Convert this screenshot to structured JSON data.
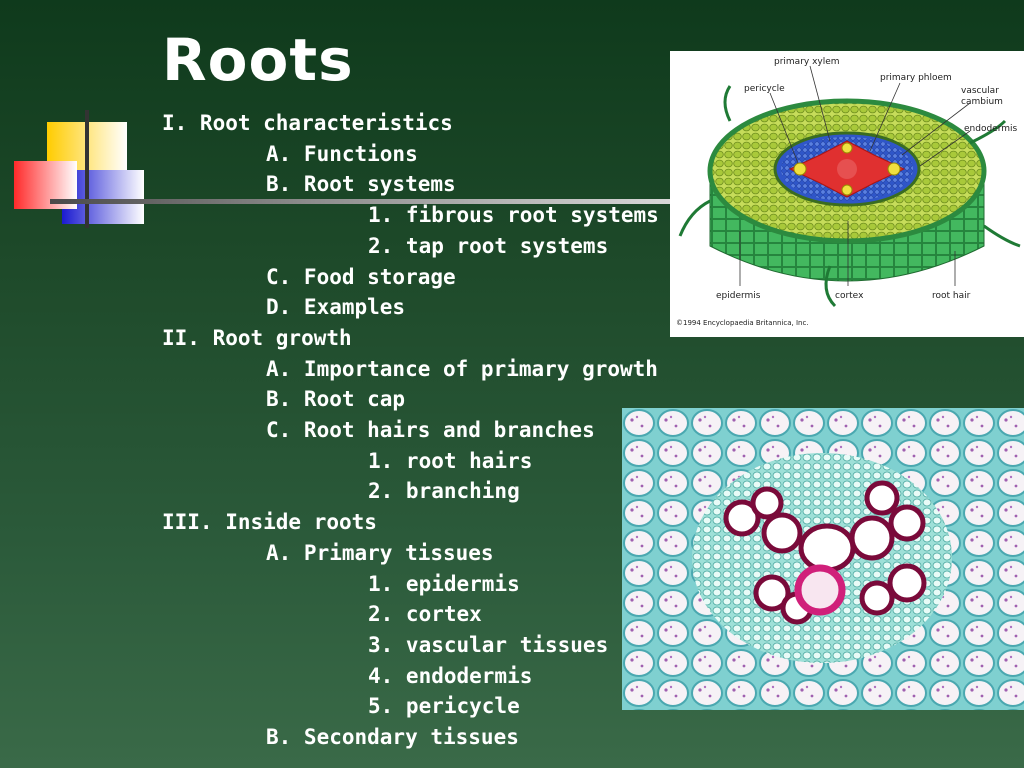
{
  "slide": {
    "title": "Roots",
    "outline": [
      {
        "level": 1,
        "text": "I. Root characteristics"
      },
      {
        "level": 2,
        "text": "A. Functions"
      },
      {
        "level": 2,
        "text": "B. Root systems"
      },
      {
        "level": 3,
        "text": "1. fibrous root systems"
      },
      {
        "level": 3,
        "text": "2. tap root systems"
      },
      {
        "level": 2,
        "text": "C. Food storage"
      },
      {
        "level": 2,
        "text": "D. Examples"
      },
      {
        "level": 1,
        "text": "II. Root growth"
      },
      {
        "level": 2,
        "text": "A. Importance of primary growth"
      },
      {
        "level": 2,
        "text": "B. Root cap"
      },
      {
        "level": 2,
        "text": "C. Root hairs and branches"
      },
      {
        "level": 3,
        "text": "1. root hairs"
      },
      {
        "level": 3,
        "text": "2. branching"
      },
      {
        "level": 1,
        "text": "III. Inside roots"
      },
      {
        "level": 2,
        "text": "A. Primary tissues"
      },
      {
        "level": 3,
        "text": "1. epidermis"
      },
      {
        "level": 3,
        "text": "2. cortex"
      },
      {
        "level": 3,
        "text": "3. vascular tissues"
      },
      {
        "level": 3,
        "text": "4. endodermis"
      },
      {
        "level": 3,
        "text": "5. pericycle"
      },
      {
        "level": 2,
        "text": "B. Secondary tissues"
      }
    ]
  },
  "diagram": {
    "labels": {
      "primary_xylem": "primary xylem",
      "primary_phloem": "primary phloem",
      "pericycle": "pericycle",
      "vascular_cambium_1": "vascular",
      "vascular_cambium_2": "cambium",
      "endodermis": "endodermis",
      "epidermis": "epidermis",
      "cortex": "cortex",
      "root_hair": "root hair"
    },
    "copyright": "©1994 Encyclopaedia Britannica, Inc."
  },
  "colors": {
    "background_top": "#0f3a1c",
    "background_bottom": "#3a6a48",
    "text": "#ffffff",
    "deco_yellow": "#ffd200",
    "deco_red": "#ff3030",
    "deco_blue": "#2020d0"
  }
}
